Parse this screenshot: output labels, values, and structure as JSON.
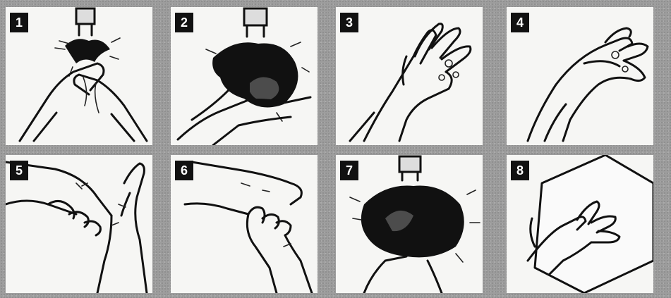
{
  "steps": [
    {
      "number": "1"
    },
    {
      "number": "2"
    },
    {
      "number": "3"
    },
    {
      "number": "4"
    },
    {
      "number": "5"
    },
    {
      "number": "6"
    },
    {
      "number": "7"
    },
    {
      "number": "8"
    }
  ]
}
